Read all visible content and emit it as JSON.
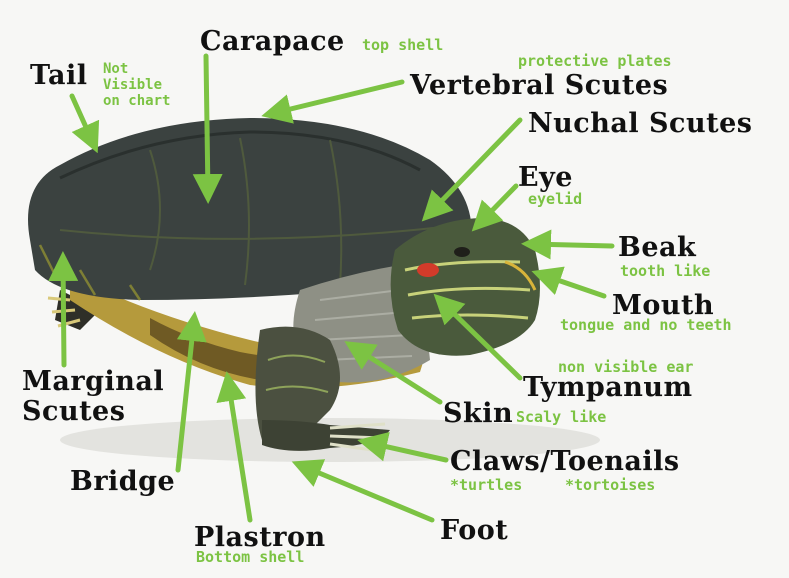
{
  "colors": {
    "arrow": "#7cc343",
    "label": "#111111",
    "note": "#7cc343"
  },
  "labels": {
    "carapace": "Carapace",
    "carapace_note": "top shell",
    "tail": "Tail",
    "tail_note_1": "Not",
    "tail_note_2": "Visible",
    "tail_note_3": "on chart",
    "vertebral_note": "protective plates",
    "vertebral": "Vertebral Scutes",
    "nuchal": "Nuchal Scutes",
    "eye": "Eye",
    "eye_note": "eyelid",
    "beak": "Beak",
    "beak_note": "tooth like",
    "mouth": "Mouth",
    "mouth_note": "tongue and no teeth",
    "tympanum_note": "non visible ear",
    "tympanum": "Tympanum",
    "marginal_1": "Marginal",
    "marginal_2": "Scutes",
    "skin": "Skin",
    "skin_note": "Scaly like",
    "claws": "Claws/Toenails",
    "claws_note_1": "*turtles",
    "claws_note_2": "*tortoises",
    "bridge": "Bridge",
    "plastron": "Plastron",
    "plastron_note": "Bottom shell",
    "foot": "Foot"
  }
}
